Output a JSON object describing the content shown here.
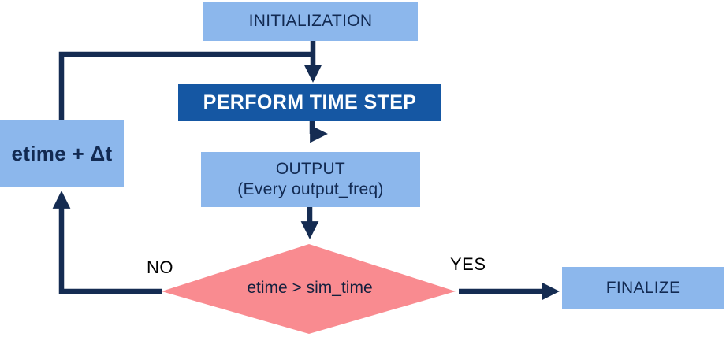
{
  "diagram": {
    "title_hint": "simulation time loop flowchart",
    "nodes": {
      "initialization": {
        "label": "INITIALIZATION"
      },
      "perform_time_step": {
        "label": "PERFORM TIME STEP"
      },
      "output": {
        "label": "OUTPUT",
        "sublabel": "(Every output_freq)"
      },
      "etime_increment": {
        "label": "etime + Δt"
      },
      "decision": {
        "label": "etime > sim_time"
      },
      "finalize": {
        "label": "FINALIZE"
      }
    },
    "edge_labels": {
      "no": "NO",
      "yes": "YES"
    },
    "colors": {
      "light_box": "#8CB7EC",
      "dark_box": "#1557A3",
      "diamond": "#F98B90",
      "arrow": "#152C52",
      "box_text": "#122A52",
      "dark_box_text": "#FFFFFF",
      "diamond_text": "#13203E",
      "label_text": "#000000"
    }
  }
}
